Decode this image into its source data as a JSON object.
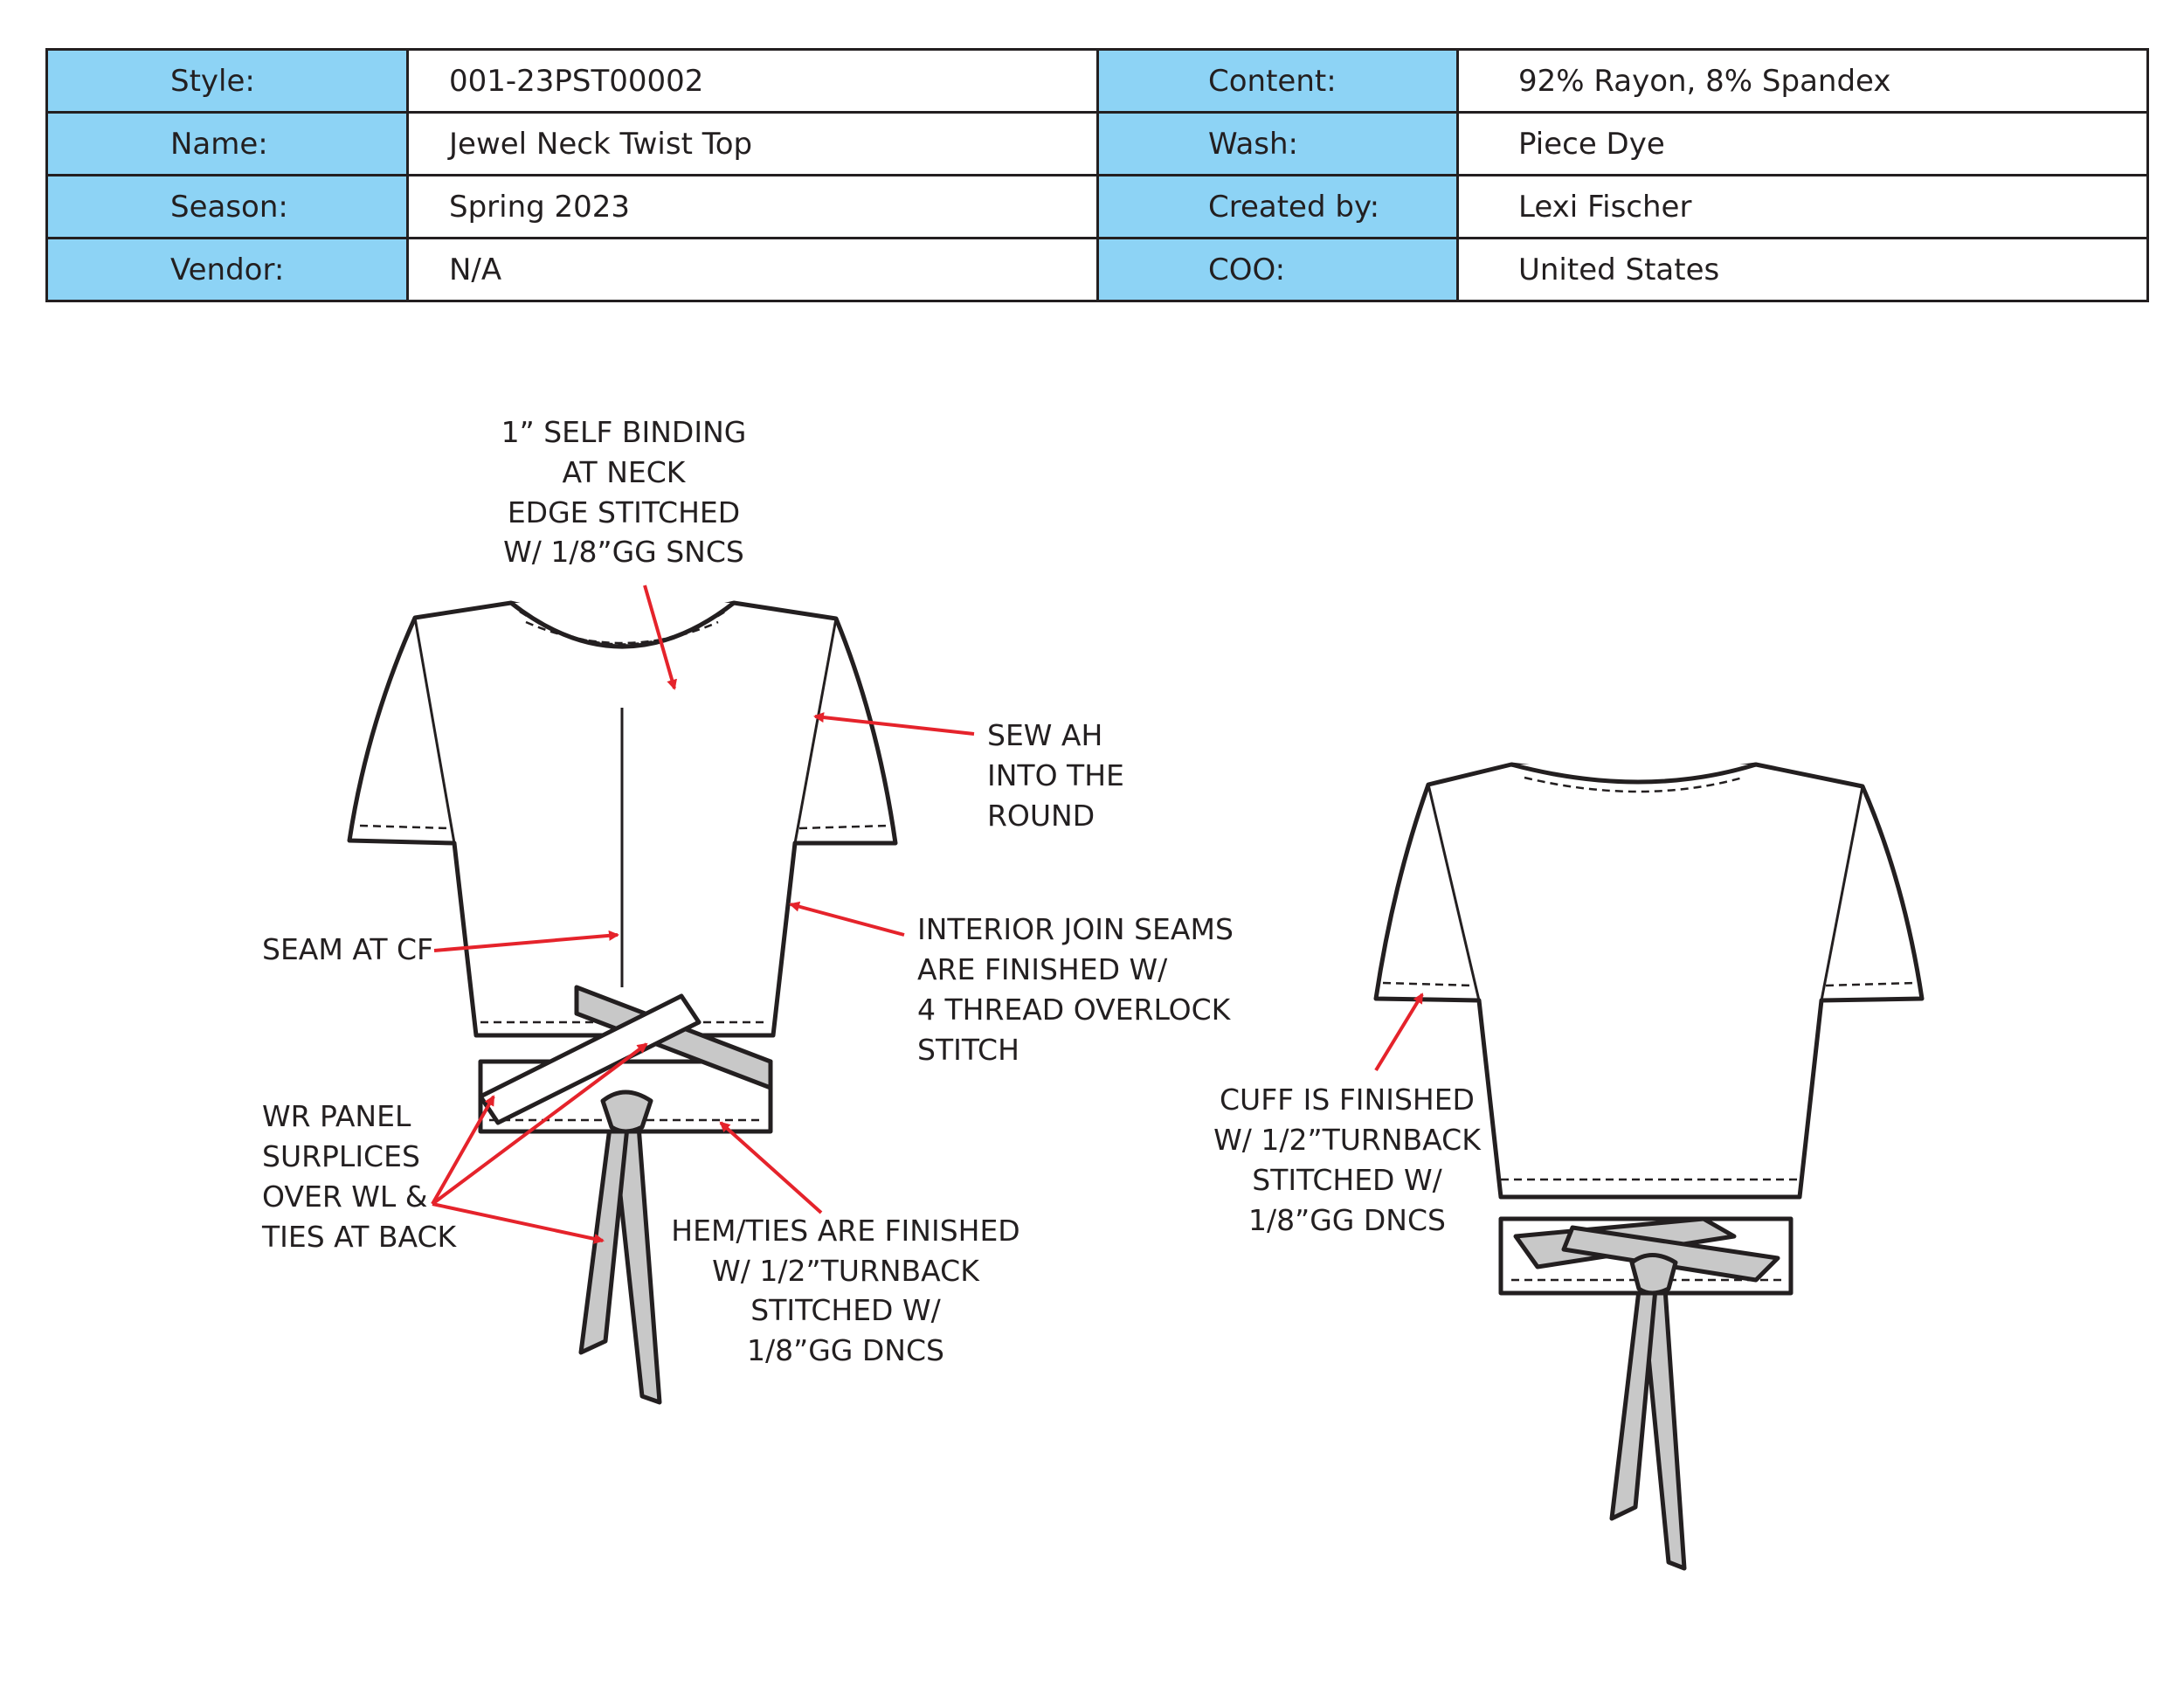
{
  "header_table": {
    "rows": [
      {
        "label_left": "Style:",
        "value_left": "001-23PST00002",
        "label_right": "Content:",
        "value_right": "92% Rayon, 8% Spandex"
      },
      {
        "label_left": "Name:",
        "value_left": "Jewel Neck Twist Top",
        "label_right": "Wash:",
        "value_right": "Piece Dye"
      },
      {
        "label_left": "Season:",
        "value_left": "Spring 2023",
        "label_right": "Created by:",
        "value_right": "Lexi Fischer"
      },
      {
        "label_left": "Vendor:",
        "value_left": "N/A",
        "label_right": "COO:",
        "value_right": "United States"
      }
    ]
  },
  "colors": {
    "header_label_bg": "#8dd3f5",
    "arrow": "#e5232b",
    "line": "#231f20",
    "tie_fill": "#c8c8c8"
  },
  "callouts": {
    "neck_binding": [
      "1” SELF BINDING",
      "AT NECK",
      "EDGE STITCHED",
      "W/ 1/8”GG SNCS"
    ],
    "sew_ah": [
      "SEW AH",
      "INTO THE",
      "ROUND"
    ],
    "seam_cf": [
      "SEAM AT CF"
    ],
    "interior_seams": [
      "INTERIOR JOIN SEAMS",
      "ARE FINISHED W/",
      "4 THREAD OVERLOCK",
      "STITCH"
    ],
    "wr_panel": [
      "WR PANEL",
      "SURPLICES",
      "OVER WL &",
      "TIES AT BACK"
    ],
    "hem_ties": [
      "HEM/TIES ARE FINISHED",
      "W/ 1/2”TURNBACK",
      "STITCHED W/",
      "1/8”GG DNCS"
    ],
    "cuff": [
      "CUFF IS FINISHED",
      "W/ 1/2”TURNBACK",
      "STITCHED W/",
      "1/8”GG DNCS"
    ]
  }
}
